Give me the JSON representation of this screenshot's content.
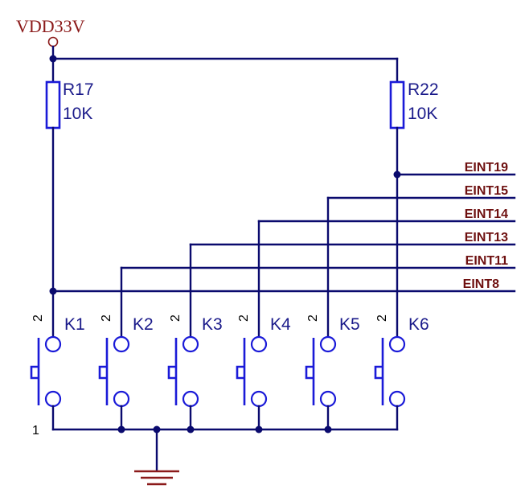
{
  "power": {
    "label": "VDD33V"
  },
  "resistors": [
    {
      "ref": "R17",
      "value": "10K"
    },
    {
      "ref": "R22",
      "value": "10K"
    }
  ],
  "nets": [
    "EINT19",
    "EINT15",
    "EINT14",
    "EINT13",
    "EINT11",
    "EINT8"
  ],
  "switches": [
    {
      "ref": "K1",
      "pin_top": "2",
      "pin_bottom": "1"
    },
    {
      "ref": "K2",
      "pin_top": "2",
      "pin_bottom": ""
    },
    {
      "ref": "K3",
      "pin_top": "2",
      "pin_bottom": ""
    },
    {
      "ref": "K4",
      "pin_top": "2",
      "pin_bottom": ""
    },
    {
      "ref": "K5",
      "pin_top": "2",
      "pin_bottom": ""
    },
    {
      "ref": "K6",
      "pin_top": "2",
      "pin_bottom": ""
    }
  ],
  "colors": {
    "wire": "#0a0a6e",
    "component": "#1a1ad8",
    "net_label": "#6e1010",
    "power": "#8b1a1a"
  }
}
